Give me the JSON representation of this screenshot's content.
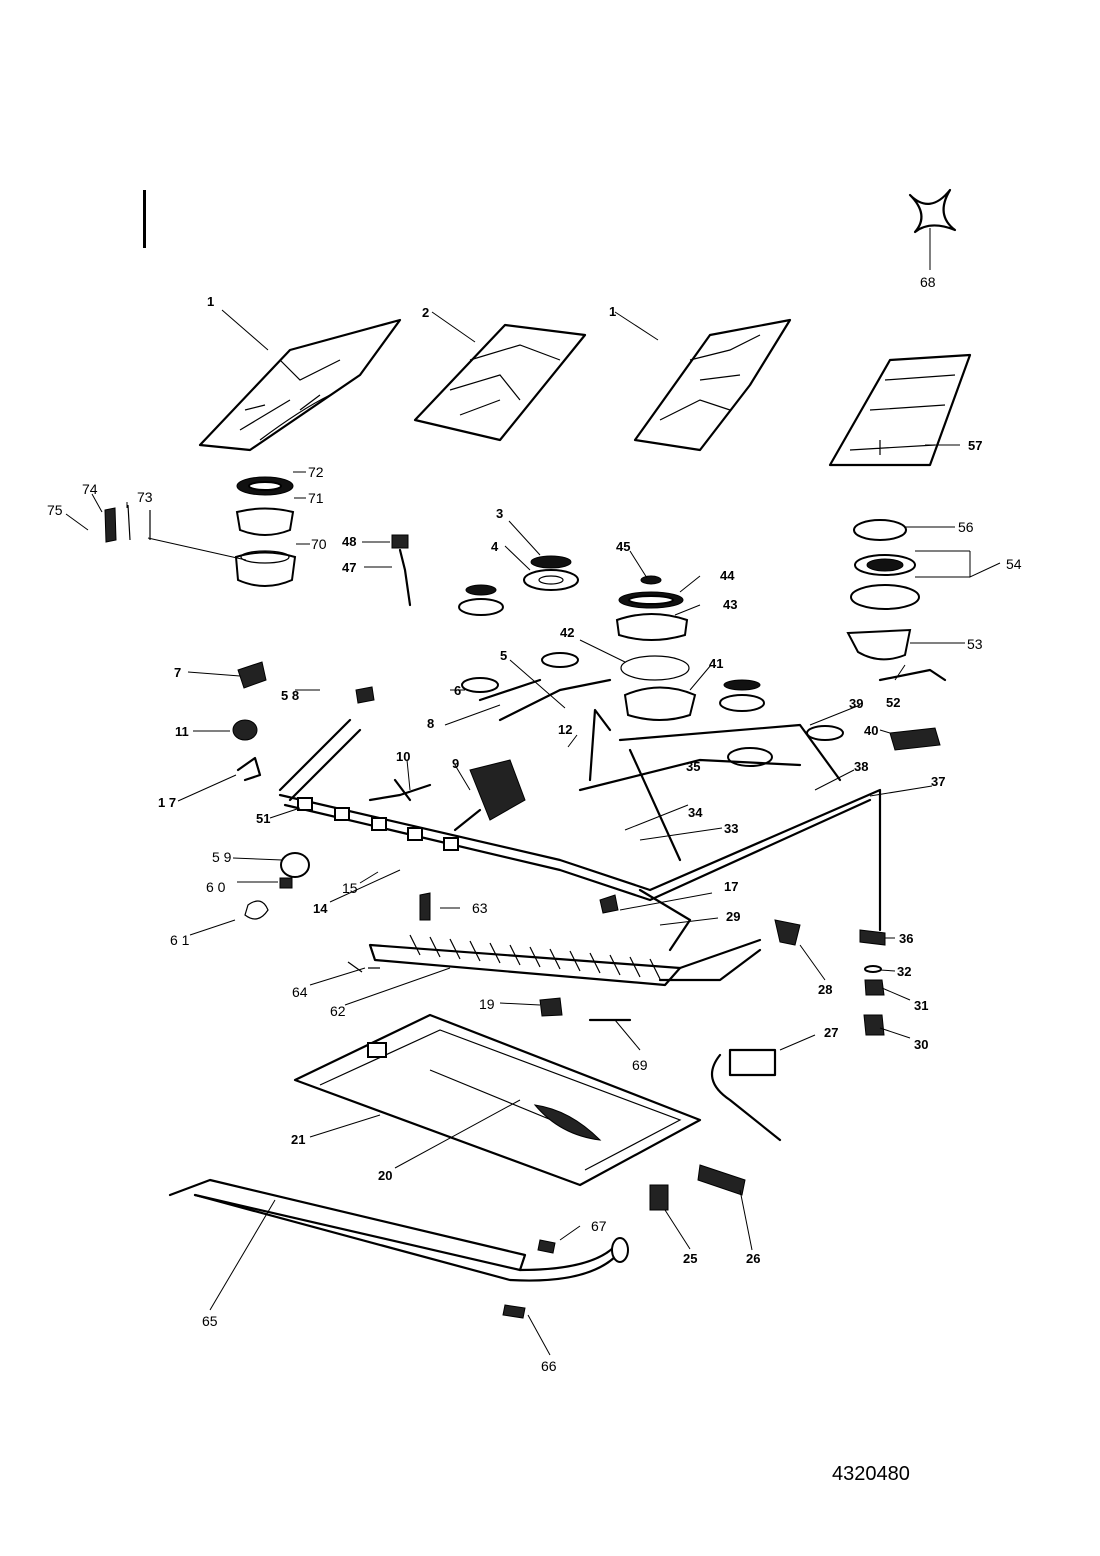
{
  "document_code": "4320480",
  "labels": {
    "l1a": "1",
    "l2": "2",
    "l1b": "1",
    "l68": "68",
    "l57": "57",
    "l72": "72",
    "l71": "71",
    "l70": "70",
    "l74": "74",
    "l73": "73",
    "l75": "75",
    "l48": "48",
    "l47": "47",
    "l3": "3",
    "l4": "4",
    "l45": "45",
    "l44": "44",
    "l43": "43",
    "l56": "56",
    "l54": "54",
    "l53": "53",
    "l52": "52",
    "l7": "7",
    "l58": "5 8",
    "l6": "6",
    "l5": "5",
    "l42": "42",
    "l41": "41",
    "l8": "8",
    "l11": "11",
    "l12": "12",
    "l39": "39",
    "l40": "40",
    "l10": "10",
    "l9": "9",
    "l17a": "1 7",
    "l38": "38",
    "l35": "35",
    "l37": "37",
    "l51": "51",
    "l34": "34",
    "l33": "33",
    "l59": "5 9",
    "l60": "6 0",
    "l15": "15",
    "l14": "14",
    "l17b": "17",
    "l63": "63",
    "l29": "29",
    "l61": "6 1",
    "l36": "36",
    "l32": "32",
    "l28": "28",
    "l64": "64",
    "l62": "62",
    "l19": "19",
    "l31": "31",
    "l30": "30",
    "l69": "69",
    "l27": "27",
    "l21": "21",
    "l20": "20",
    "l25": "25",
    "l26": "26",
    "l67": "67",
    "l65": "65",
    "l66": "66"
  }
}
